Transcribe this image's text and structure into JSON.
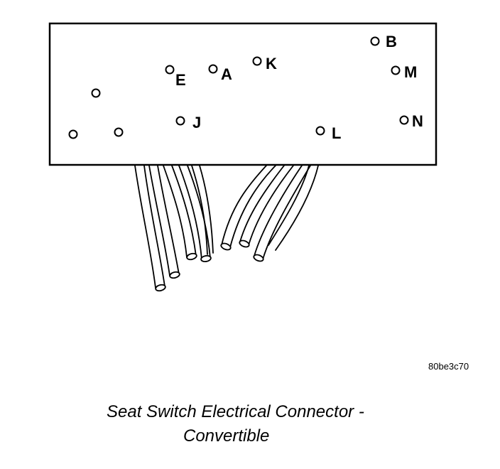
{
  "diagram": {
    "reference_code": "80be3c70",
    "caption": {
      "line1": "Seat Switch Electrical Connector -",
      "line2": "Convertible"
    },
    "pins": {
      "E": "E",
      "A": "A",
      "K": "K",
      "B": "B",
      "M": "M",
      "J": "J",
      "L": "L",
      "N": "N"
    },
    "colors": {
      "line": "#000000",
      "background": "#ffffff"
    }
  }
}
